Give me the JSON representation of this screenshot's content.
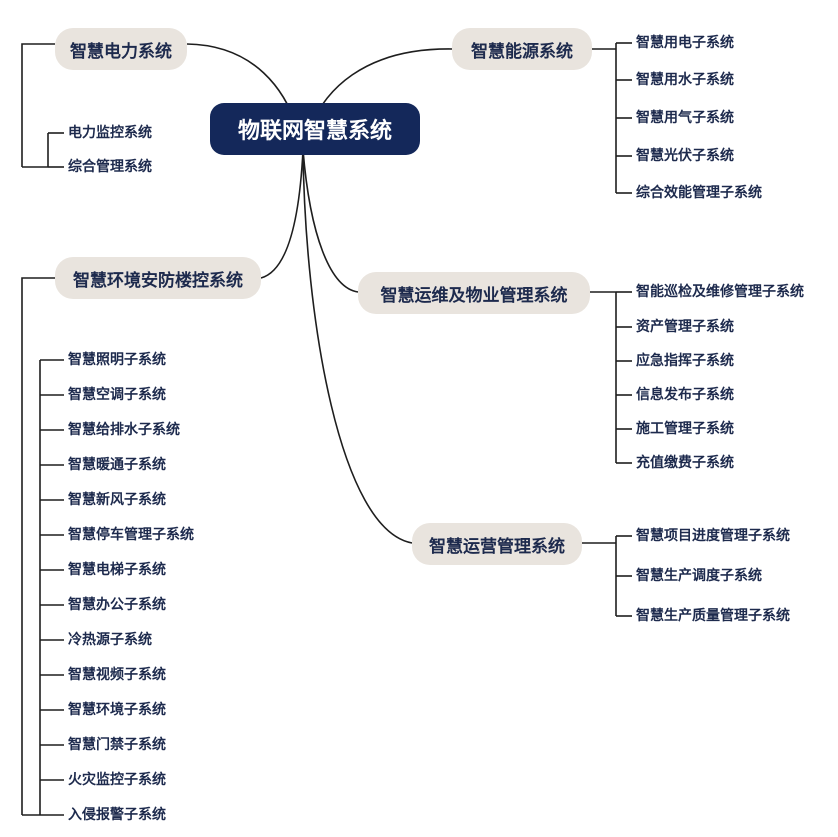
{
  "root": "物联网智慧系统",
  "branches": [
    {
      "id": "power",
      "label": "智慧电力系统",
      "children": [
        "电力监控系统",
        "综合管理系统"
      ]
    },
    {
      "id": "energy",
      "label": "智慧能源系统",
      "children": [
        "智慧用电子系统",
        "智慧用水子系统",
        "智慧用气子系统",
        "智慧光伏子系统",
        "综合效能管理子系统"
      ]
    },
    {
      "id": "building",
      "label": "智慧环境安防楼控系统",
      "children": [
        "智慧照明子系统",
        "智慧空调子系统",
        "智慧给排水子系统",
        "智慧暖通子系统",
        "智慧新风子系统",
        "智慧停车管理子系统",
        "智慧电梯子系统",
        "智慧办公子系统",
        "冷热源子系统",
        "智慧视频子系统",
        "智慧环境子系统",
        "智慧门禁子系统",
        "火灾监控子系统",
        "入侵报警子系统"
      ]
    },
    {
      "id": "ops",
      "label": "智慧运维及物业管理系统",
      "children": [
        "智能巡检及维修管理子系统",
        "资产管理子系统",
        "应急指挥子系统",
        "信息发布子系统",
        "施工管理子系统",
        "充值缴费子系统"
      ]
    },
    {
      "id": "operation",
      "label": "智慧运营管理系统",
      "children": [
        "智慧项目进度管理子系统",
        "智慧生产调度子系统",
        "智慧生产质量管理子系统"
      ]
    }
  ]
}
